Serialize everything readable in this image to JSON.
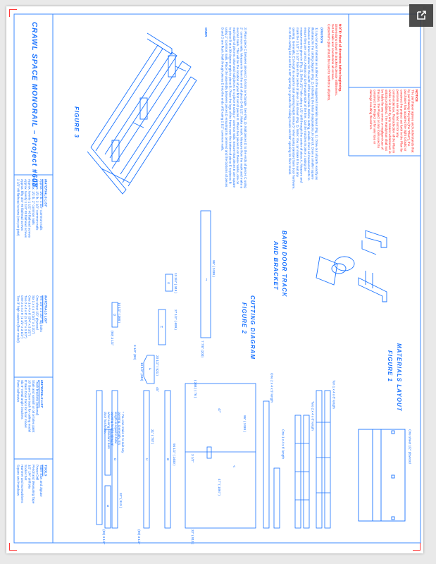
{
  "title": "CRAWL SPACE MONORAIL – Project #608",
  "figures": {
    "fig1": "MATERIALS LAYOUT",
    "fig1_num": "FIGURE 1",
    "fig1_sheet": "One sheet 1/2\" plywood",
    "fig2": "CUTTING DIAGRAM",
    "fig2_num": "FIGURE 2",
    "fig3_num": "FIGURE 3",
    "barn": "BARN DOOR TRACK",
    "barn2": "AND BRACKET"
  },
  "note": {
    "label": "NOTE:",
    "lines": [
      "Read all directions before beginning.",
      "Dimensions shown in brackets denote millimeters.",
      "Set all nails and countersink all screws.",
      "Carpenter's glue should be used to reinforce all joints."
    ]
  },
  "directions": {
    "heading": "Directions",
    "step1": "1)  Lay out your material as outlined in the suggested materials layout (Fig. 1). Draw out all parts exactly as illustrated in the cutting diagram (Fig. 2), including the letter designations, in pencil. Draw a smaller square between cut lines to allow for the width of the saw blade. Before cutting, double check all measurements to ensure they are correct. Always cut to the waste side of the line. Cut the notches in piece J using the measurements given in (Fig. 2). Drill a 1/2\" hole using a 1/2\" drill through the center of piece A. Measure and mark the 3 1/2\" x 3 1/2\" hole in the center of piece J as shown (Fig. 2). Note: You can make E to suit any opening. Generally, E's length is equal to total opening height minus 5\" when using standard barn door hardware. E on the cutting list is set for a 36\" opening or greater for ceiling model and 36\" opening for floor model.",
    "step2": "2)  Place piece C between pieces D to form a rectangle. See (Fig. 3). Nail pieces D to the ends of pieces C using 2\" common nails. Measure in from the end of piece B 45 1/2\". Make a mark. Measure from the mark and make a second mark. This will be the location of your first set of pieces E. Place two pieces E on these marks, one on each side of piece B. Glue and nail pieces E to piece B using 2\" common nails. Ensure that pieces E are square to piece B at a 90 degree angle to piece B. Place the legs of the frame over the bottom of piece E to pieces B using 2\" common nails. Place the assembly between pieces D ensuring it is centered and the bottoms of pieces B and D are flush. Nail through pieces D into the ends of B using 2 1/2\" common nails.",
    "step3": "OVER"
  },
  "notice": {
    "label": "NOTICE",
    "text": "The purchaser agrees and understands that by purchasing this plan (the \"Plan\"), the purchaser has acquired the right to build or construct the project set forth in the Plan for personal use only and not for any commercial use. Reproduction of the Plan in whole or in part by any means whatsoever is strictly prohibited. The Handyman shall not be liable for any errors or negligent use of this plan, the Project or any tools used to construct the Project or for any loss or damage resulting therefrom."
  },
  "materials_list_1": {
    "heading": "MATERIALS LIST",
    "items": [
      "Approx. 1/2 lb. 1 1/2\" common nails",
      "Approx. 1/2 lb. 2 1/2\" common nails",
      "Approx. 1/2 lb. 2\" common nails",
      "Approx. twenty 1 1/2\" #8 flathead screws",
      "Approx. twenty 1 1/4\" #8 flathead screws",
      "Approx. fifty 3/4\" #8 flathead screws",
      "2 1/2\" #8 flathead screws (one per joist)"
    ]
  },
  "materials_list_2": {
    "heading": "MATERIALS LIST",
    "items": [
      "Ten 1/4\" x 2 1/2\" lag bolts",
      "One sheet 1/2\" plywood",
      "Six 1 x 4 x 8' (3/4\" x 3 1/2\")",
      "One 1 x 4 x 6' (3/4\" x 3 1/2\")",
      "Two 2 x 4 x 8' (1 1/2\" x 3 1/2\")",
      "One 2 x 4 x 5' (1 1/2\" x 3 1/2\")",
      "Two 3\" high casters (floor model)"
    ]
  },
  "materials_list_3": {
    "heading": "MATERIALS LIST",
    "items": [
      "Track brackets (optional)",
      "Stain and varnish or oil or latex paint",
      "10' Barn Door track for ceiling model",
      "8' Barn Door track for floor model",
      "Six 8\" metal angle brackets",
      "Panel adhesive"
    ]
  },
  "tools": {
    "heading": "TOOLS",
    "items": [
      "Table Saw and Jigsaw",
      "Power Drill",
      "Pencil and Measuring Tape",
      "1/2\" 1/4\" drill bits",
      "Socket Set",
      "Hammer and Screwdrivers",
      "Square and Handsaw"
    ]
  },
  "cutting": {
    "note": "* You can make E to suit any opening. Generally, E's length is equal to total opening height minus 5\" when using standard barn door hardware.",
    "dims": {
      "j": "96\"  ( 2438 )",
      "j_w": "7 7/8\" (200)",
      "c": "94 1/2\"  ( 2400 )",
      "c_w": "(89) 3 1/2\"",
      "e": "31\"  ( 787 )",
      "d": "32\"  ( 813 )",
      "d_w": "(89) 3 1/2\"",
      "g": "14 1/2\"  ( 368 )",
      "g_w": "(89) 3 1/2\"",
      "f": "20 1/2\"  ( 521 )",
      "f_in": "13 1/2\" (343)",
      "f_w": "3 1/2\" (89)",
      "angle": "45°",
      "h": "27 1/2\"  ( 699 )",
      "k": "13 3/4\"  ( 349 )",
      "a": "96\"  ( 2438 )",
      "a1": "47\"",
      "a2": "47\"  ( 1067 )",
      "a3": "3 1/2\"",
      "a_end": "32\"  ( 813 )",
      "top": "( 368 )   ( 76 )"
    },
    "strips": [
      "Ten 1 x 4 x 8' length",
      "Two 2 x 4 x 8' length",
      "One 1 x 4 x 6' length",
      "One 2 x 4 x 5' length"
    ],
    "letters": [
      "A",
      "B",
      "C",
      "D",
      "E",
      "F",
      "G",
      "H",
      "J",
      "K"
    ]
  }
}
